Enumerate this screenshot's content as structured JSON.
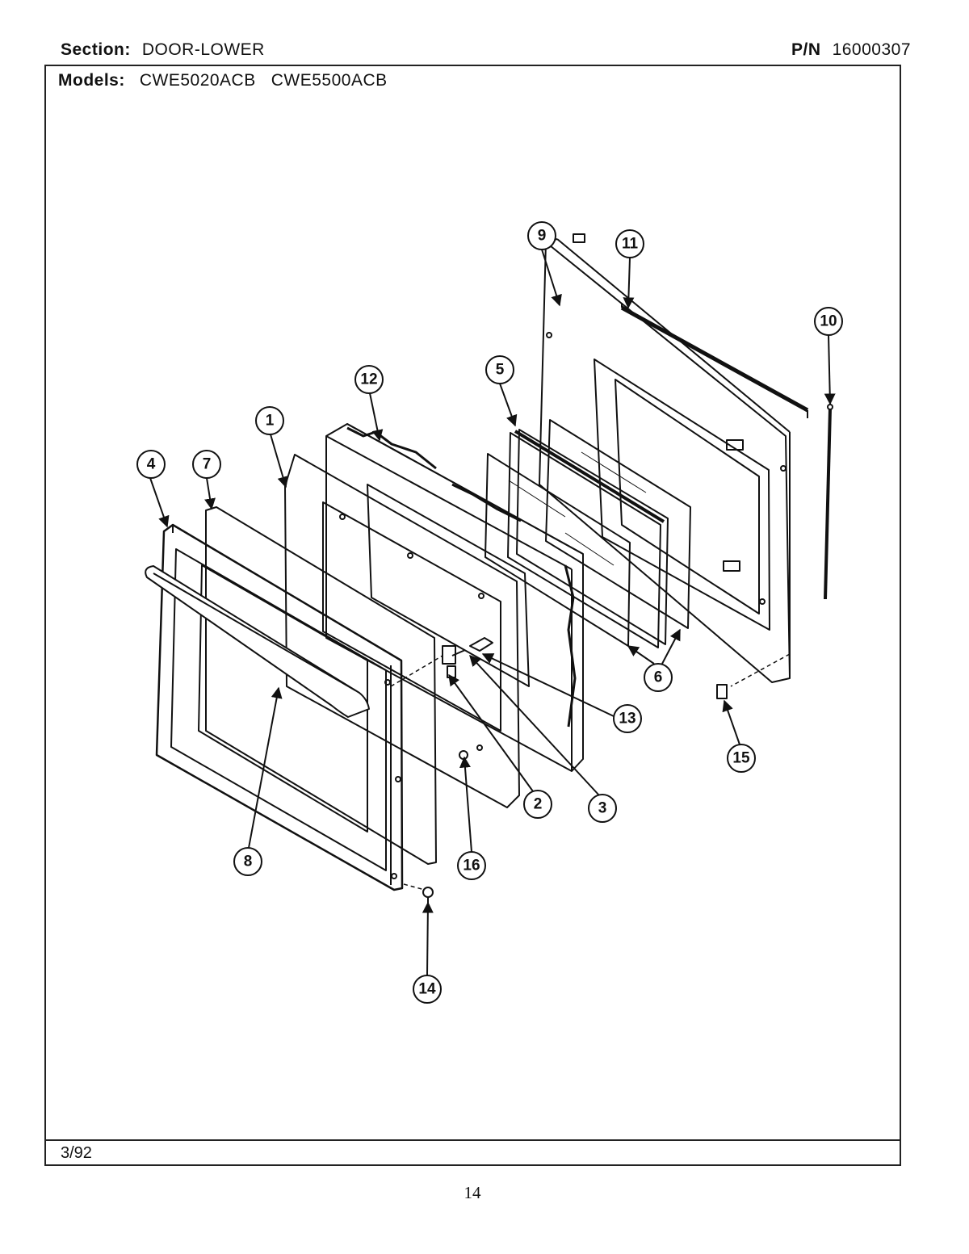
{
  "header": {
    "section_label": "Section:",
    "section_value": "DOOR-LOWER",
    "pn_label": "P/N",
    "pn_value": "16000307",
    "models_label": "Models:",
    "models_value": "CWE5020ACB   CWE5500ACB"
  },
  "footer": {
    "date": "3/92",
    "page_number": "14"
  },
  "callouts": {
    "c1": "1",
    "c2": "2",
    "c3": "3",
    "c4": "4",
    "c5": "5",
    "c6": "6",
    "c7": "7",
    "c8": "8",
    "c9": "9",
    "c10": "10",
    "c11": "11",
    "c12": "12",
    "c13": "13",
    "c14": "14",
    "c15": "15",
    "c16": "16"
  },
  "colors": {
    "ink": "#111111",
    "paper": "#ffffff"
  }
}
